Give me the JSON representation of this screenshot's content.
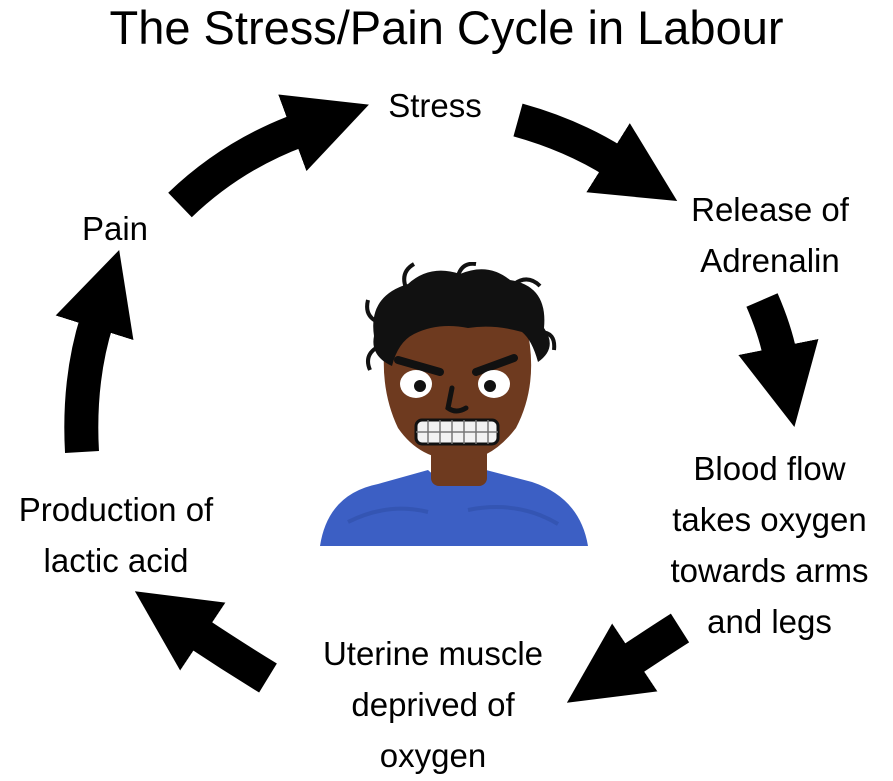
{
  "title": "The Stress/Pain Cycle in Labour",
  "nodes": {
    "stress": [
      "Stress"
    ],
    "adrenalin": [
      "Release of",
      "Adrenalin"
    ],
    "blood_flow": [
      "Blood flow",
      "takes oxygen",
      "towards arms",
      "and legs"
    ],
    "uterine": [
      "Uterine muscle",
      "deprived of",
      "oxygen"
    ],
    "lactic": [
      "Production of",
      "lactic acid"
    ],
    "pain": [
      "Pain"
    ]
  },
  "colors": {
    "arrow": "#000000",
    "skin": "#6e3a1f",
    "hair": "#111111",
    "shirt": "#3c5fc4",
    "teeth": "#f2f2f2"
  }
}
